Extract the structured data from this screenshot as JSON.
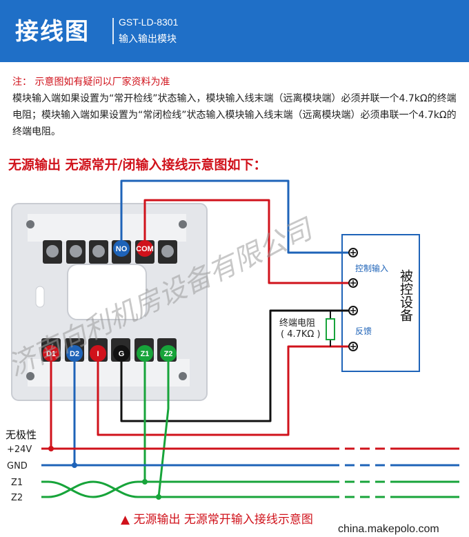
{
  "header": {
    "title": "接线图",
    "model": "GST-LD-8301",
    "module_name": "输入输出模块"
  },
  "note": "注： 示意图如有疑问以厂家资料为准",
  "description": "模块输入端如果设置为“常开检线”状态输入，模块输入线末端（远离模块端）必须并联一个4.7kΩ的终端电阻；模块输入端如果设置为“常闭检线”状态输入模块输入线末端（远离模块端）必须串联一个4.7kΩ的终端电阻。",
  "subheading": "无源输出 无源常开/闭输入接线示意图如下：",
  "module": {
    "top_terminals": [
      "NO",
      "COM"
    ],
    "bottom_terminals": [
      "D1",
      "D2",
      "I",
      "G",
      "Z1",
      "Z2"
    ]
  },
  "device": {
    "name": "被控设备",
    "control_input": "控制输入",
    "feedback": "反馈"
  },
  "resistor": {
    "label": "终端电阻",
    "value": "( 4.7KΩ )"
  },
  "bus": {
    "title": "无极性",
    "lines": [
      "+24V",
      "GND",
      "Z1",
      "Z2"
    ]
  },
  "watermark": "济南向利机房设备有限公司",
  "caption": "▲ 无源输出 无源常开输入接线示意图",
  "footer": "china.makepolo.com",
  "colors": {
    "banner": "#1f6fc7",
    "red_wire": "#d0121b",
    "blue_wire": "#1e63b8",
    "green_wire": "#17a43a",
    "black_wire": "#111111",
    "device_border": "#1e63b8"
  }
}
